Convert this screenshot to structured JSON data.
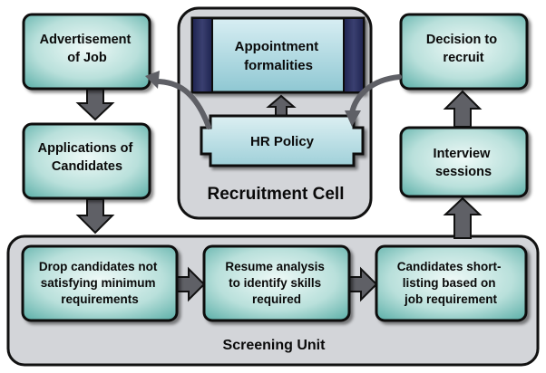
{
  "colors": {
    "box_fill_center": "#e8f6f4",
    "box_fill_edge": "#5fb3ad",
    "box_stroke": "#111111",
    "panel_fill": "#d3d5d9",
    "arrow_fill": "#5f6066",
    "dark_band": "#2a2f5c",
    "policy_fill": "#bfe3e8"
  },
  "boxes": {
    "advertisement": [
      "Advertisement",
      "of Job"
    ],
    "applications": [
      "Applications of",
      "Candidates"
    ],
    "appointment": [
      "Appointment",
      "formalities"
    ],
    "hr_policy": [
      "HR Policy"
    ],
    "decision": [
      "Decision to",
      "recruit"
    ],
    "interview": [
      "Interview",
      "sessions"
    ],
    "drop": [
      "Drop candidates not",
      "satisfying minimum",
      "requirements"
    ],
    "resume": [
      "Resume analysis",
      "to identify skills",
      "required"
    ],
    "shortlist": [
      "Candidates short-",
      "listing based on",
      "job requirement"
    ]
  },
  "panels": {
    "recruitment_cell": "Recruitment Cell",
    "screening_unit": "Screening Unit"
  }
}
